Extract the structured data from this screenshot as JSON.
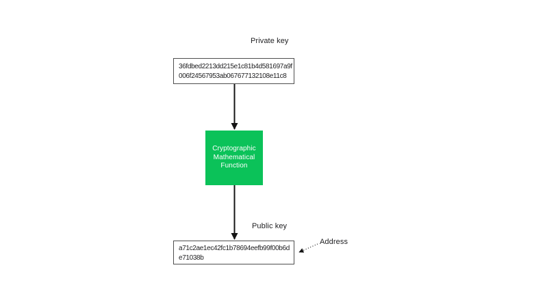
{
  "diagram": {
    "private_key": {
      "label": "Private key",
      "value_lines": [
        "36fdbed2213dd215e1c81b4d581697a9f",
        "006f24567953ab067677132108e11c8"
      ]
    },
    "function_box": {
      "lines": [
        "Cryptographic",
        "Mathematical",
        "Function"
      ]
    },
    "public_key": {
      "label": "Public key",
      "value_lines": [
        "a71c2ae1ec42fc1b78694eefb99f00b6d",
        "e71038b"
      ]
    },
    "address": {
      "label": "Address"
    }
  },
  "colors": {
    "function_box_green": "#0bc259",
    "function_box_text": "#ffffff",
    "box_border": "#4d4d4d",
    "text": "#1d1d1f",
    "arrow": "#141414",
    "background": "#ffffff"
  }
}
